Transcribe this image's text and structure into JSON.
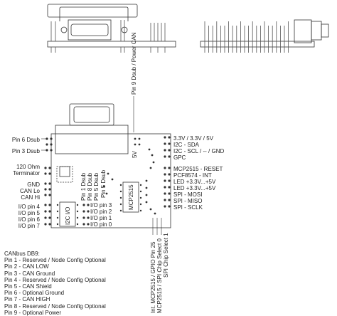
{
  "left_labels": [
    {
      "key": "pin6_dsub",
      "text": "Pin 6 Dsub"
    },
    {
      "key": "pin3_dsub",
      "text": "Pin 3 Dsub"
    },
    {
      "key": "ohm120",
      "text": "120 Ohm"
    },
    {
      "key": "terminator",
      "text": "Terminator"
    },
    {
      "key": "gnd",
      "text": "GND"
    },
    {
      "key": "can_lo",
      "text": "CAN Lo"
    },
    {
      "key": "can_hi",
      "text": "CAN Hi"
    },
    {
      "key": "io4",
      "text": "I/O pin 4"
    },
    {
      "key": "io5",
      "text": "I/O pin 5"
    },
    {
      "key": "io6",
      "text": "I/O pin 6"
    },
    {
      "key": "io7",
      "text": "I/O pin 7"
    }
  ],
  "right_labels": [
    {
      "key": "pwr",
      "text": "3.3V / 3.3V / 5V"
    },
    {
      "key": "sda",
      "text": "I2C - SDA"
    },
    {
      "key": "scl",
      "text": "I2C - SCL / -- / GND"
    },
    {
      "key": "gpc",
      "text": "GPC"
    },
    {
      "key": "reset",
      "text": "MCP2515 - RESET"
    },
    {
      "key": "int",
      "text": "PCF8574 - INT"
    },
    {
      "key": "led1",
      "text": "LED +3.3V...+5V"
    },
    {
      "key": "led2",
      "text": "LED +3.3V...+5V"
    },
    {
      "key": "mosi",
      "text": "SPI - MOSI"
    },
    {
      "key": "miso",
      "text": "SPI - MISO"
    },
    {
      "key": "sclk",
      "text": "SPI - SCLK"
    }
  ],
  "board_labels": {
    "io3": "I/O pin 3",
    "io2": "I/O pin 2",
    "io1": "I/O pin 1",
    "io0": "I/O pin 0",
    "pin1_dsub": "Pin 1 Dsub",
    "pin8_dsub": "Pin 8 Dsub",
    "pin5_dsub": "Pin 5 Dsub",
    "i2c_io": "I2C I/O",
    "mcp2515": "MCP2515",
    "v5": "5V"
  },
  "top_vertical_label": "Pin 9 Dsub / Power CAN",
  "bottom_vertical_labels": [
    "Int. MCP2515 / GPIO Pin 25",
    "MCP2515 / SPI Chip Select 0",
    "SPI Chip Select 1"
  ],
  "legend": {
    "title": "CANbus DB9:",
    "lines": [
      "Pin 1 - Reserved / Node Config Optional",
      "Pin 2 - CAN LOW",
      "Pin 3 - CAN Ground",
      "Pin 4 - Reserved / Node Config Optional",
      "Pin 5 - CAN Shield",
      "Pin 6 - Optional Ground",
      "Pin 7 - CAN HIGH",
      "Pin 8 - Reserved / Node Config Optional",
      "Pin 9 - Optional Power"
    ]
  }
}
